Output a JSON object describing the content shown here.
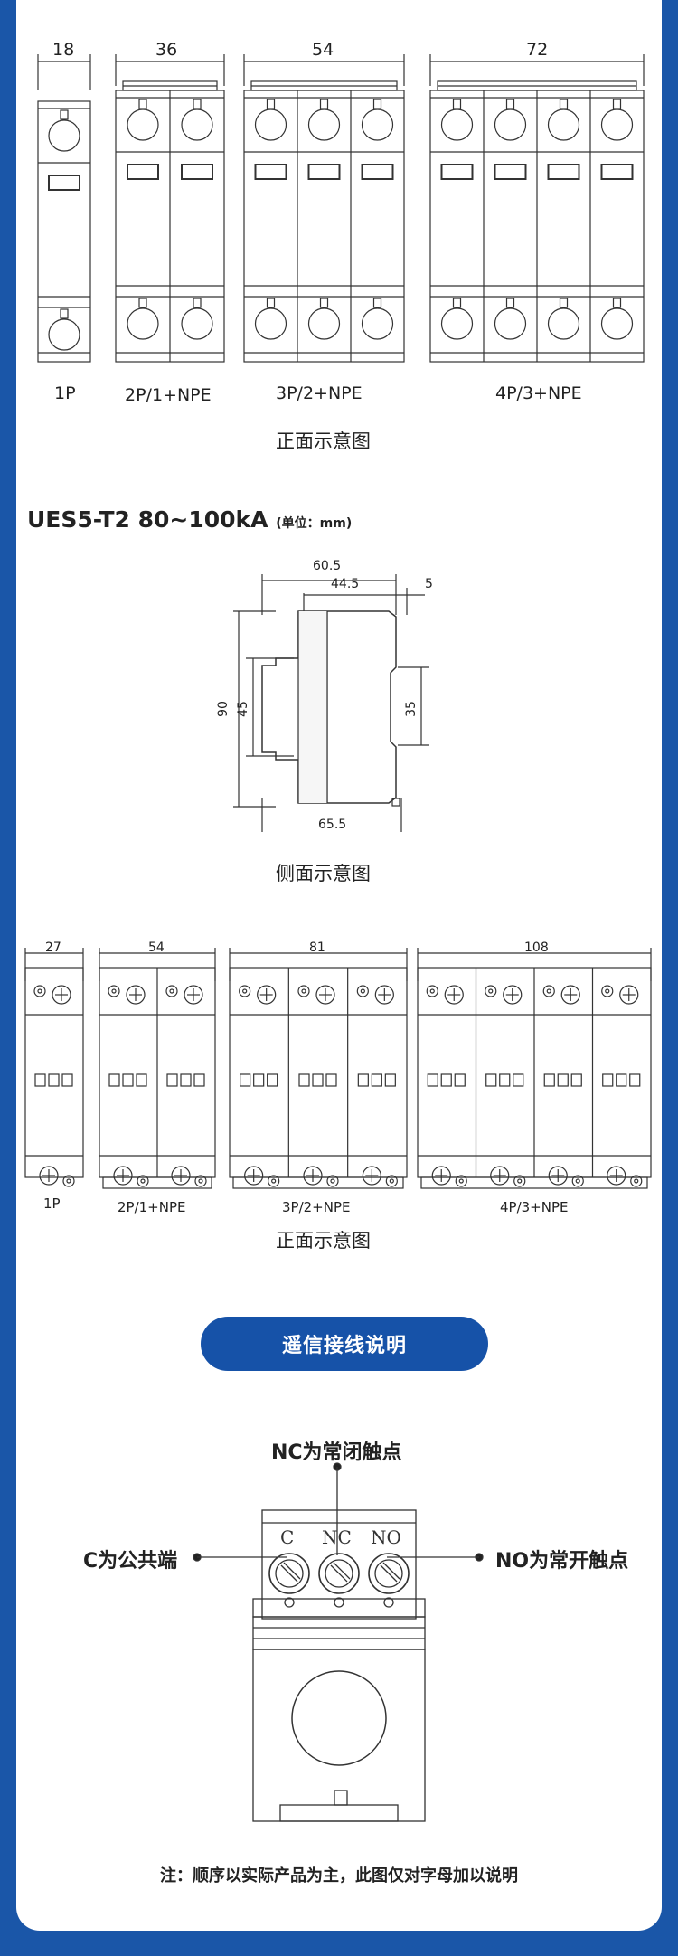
{
  "section1": {
    "dims": [
      "18",
      "36",
      "54",
      "72"
    ],
    "labels": [
      "1P",
      "2P/1+NPE",
      "3P/2+NPE",
      "4P/3+NPE"
    ],
    "caption": "正面示意图"
  },
  "section2": {
    "title": "UES5-T2 80~100kA",
    "unit": "(单位：mm)",
    "dims": {
      "d605": "60.5",
      "d445": "44.5",
      "d5": "5",
      "d90": "90",
      "d45": "45",
      "d35": "35",
      "d655": "65.5"
    },
    "caption": "侧面示意图"
  },
  "section3": {
    "dims": [
      "27",
      "54",
      "81",
      "108"
    ],
    "labels": [
      "1P",
      "2P/1+NPE",
      "3P/2+NPE",
      "4P/3+NPE"
    ],
    "caption": "正面示意图"
  },
  "wiring": {
    "button": "遥信接线说明",
    "nc_desc": "NC为常闭触点",
    "c_desc": "C为公共端",
    "no_desc": "NO为常开触点",
    "terminals": [
      "C",
      "NC",
      "NO"
    ],
    "note": "注：顺序以实际产品为主，此图仅对字母加以说明"
  }
}
